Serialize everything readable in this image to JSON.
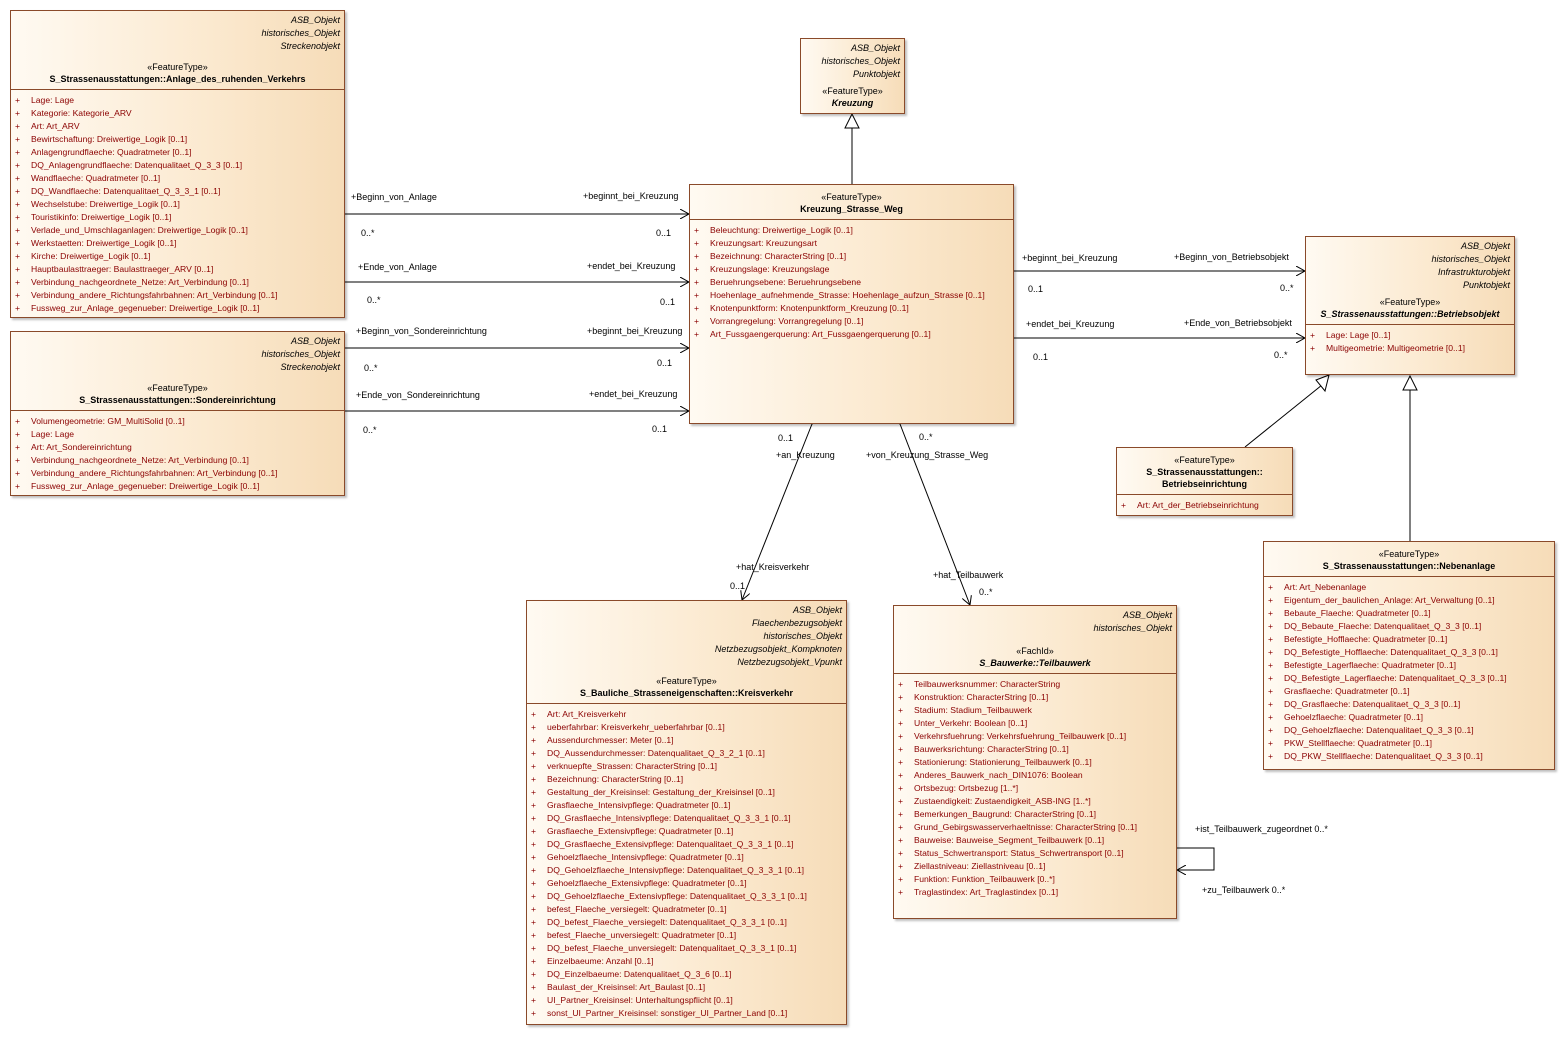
{
  "classes": {
    "anlage": {
      "stereotypes": [
        "ASB_Objekt",
        "historisches_Objekt",
        "Streckenobjekt"
      ],
      "kind": "«FeatureType»",
      "name": "S_Strassenausstattungen::Anlage_des_ruhenden_Verkehrs",
      "attributes": [
        "Lage: Lage",
        "Kategorie: Kategorie_ARV",
        "Art: Art_ARV",
        "Bewirtschaftung: Dreiwertige_Logik [0..1]",
        "Anlagengrundflaeche: Quadratmeter [0..1]",
        "DQ_Anlagengrundflaeche: Datenqualitaet_Q_3_3 [0..1]",
        "Wandflaeche: Quadratmeter [0..1]",
        "DQ_Wandflaeche: Datenqualitaet_Q_3_3_1 [0..1]",
        "Wechselstube: Dreiwertige_Logik [0..1]",
        "Touristikinfo: Dreiwertige_Logik [0..1]",
        "Verlade_und_Umschlaganlagen: Dreiwertige_Logik [0..1]",
        "Werkstaetten: Dreiwertige_Logik [0..1]",
        "Kirche: Dreiwertige_Logik [0..1]",
        "Hauptbaulasttraeger: Baulasttraeger_ARV [0..1]",
        "Verbindung_nachgeordnete_Netze: Art_Verbindung [0..1]",
        "Verbindung_andere_Richtungsfahrbahnen: Art_Verbindung [0..1]",
        "Fussweg_zur_Anlage_gegenueber: Dreiwertige_Logik [0..1]"
      ]
    },
    "sonder": {
      "stereotypes": [
        "ASB_Objekt",
        "historisches_Objekt",
        "Streckenobjekt"
      ],
      "kind": "«FeatureType»",
      "name": "S_Strassenausstattungen::Sondereinrichtung",
      "attributes": [
        "Volumengeometrie: GM_MultiSolid [0..1]",
        "Lage: Lage",
        "Art: Art_Sondereinrichtung",
        "Verbindung_nachgeordnete_Netze: Art_Verbindung [0..1]",
        "Verbindung_andere_Richtungsfahrbahnen: Art_Verbindung [0..1]",
        "Fussweg_zur_Anlage_gegenueber: Dreiwertige_Logik [0..1]"
      ]
    },
    "kreuzung": {
      "stereotypes": [
        "ASB_Objekt",
        "historisches_Objekt",
        "Punktobjekt"
      ],
      "kind": "«FeatureType»",
      "name": "Kreuzung",
      "attributes": []
    },
    "ksw": {
      "stereotypes": [],
      "kind": "«FeatureType»",
      "name": "Kreuzung_Strasse_Weg",
      "attributes": [
        "Beleuchtung: Dreiwertige_Logik [0..1]",
        "Kreuzungsart: Kreuzungsart",
        "Bezeichnung: CharacterString [0..1]",
        "Kreuzungslage: Kreuzungslage",
        "Beruehrungsebene: Beruehrungsebene",
        "Hoehenlage_aufnehmende_Strasse: Hoehenlage_aufzun_Strasse [0..1]",
        "Knotenpunktform: Knotenpunktform_Kreuzung [0..1]",
        "Vorrangregelung: Vorrangregelung [0..1]",
        "Art_Fussgaengerquerung: Art_Fussgaengerquerung [0..1]"
      ]
    },
    "betriebsobjekt": {
      "stereotypes": [
        "ASB_Objekt",
        "historisches_Objekt",
        "Infrastrukturobjekt",
        "Punktobjekt"
      ],
      "kind": "«FeatureType»",
      "name": "S_Strassenausstattungen::Betriebsobjekt",
      "attributes": [
        "Lage: Lage [0..1]",
        "Multigeometrie: Multigeometrie [0..1]"
      ]
    },
    "betriebseinrichtung": {
      "stereotypes": [],
      "kind": "«FeatureType»",
      "name_lines": [
        "S_Strassenausstattungen::",
        "Betriebseinrichtung"
      ],
      "attributes": [
        "Art: Art_der_Betriebseinrichtung"
      ]
    },
    "nebenanlage": {
      "stereotypes": [],
      "kind": "«FeatureType»",
      "name": "S_Strassenausstattungen::Nebenanlage",
      "attributes": [
        "Art: Art_Nebenanlage",
        "Eigentum_der_baulichen_Anlage: Art_Verwaltung [0..1]",
        "Bebaute_Flaeche: Quadratmeter [0..1]",
        "DQ_Bebaute_Flaeche: Datenqualitaet_Q_3_3 [0..1]",
        "Befestigte_Hofflaeche: Quadratmeter [0..1]",
        "DQ_Befestigte_Hofflaeche: Datenqualitaet_Q_3_3 [0..1]",
        "Befestigte_Lagerflaeche: Quadratmeter [0..1]",
        "DQ_Befestigte_Lagerflaeche: Datenqualitaet_Q_3_3 [0..1]",
        "Grasflaeche: Quadratmeter [0..1]",
        "DQ_Grasflaeche: Datenqualitaet_Q_3_3 [0..1]",
        "Gehoelzflaeche: Quadratmeter [0..1]",
        "DQ_Gehoelzflaeche: Datenqualitaet_Q_3_3 [0..1]",
        "PKW_Stellflaeche: Quadratmeter [0..1]",
        "DQ_PKW_Stellflaeche: Datenqualitaet_Q_3_3 [0..1]"
      ]
    },
    "kreisverkehr": {
      "stereotypes": [
        "ASB_Objekt",
        "Flaechenbezugsobjekt",
        "historisches_Objekt",
        "Netzbezugsobjekt_Kompknoten",
        "Netzbezugsobjekt_Vpunkt"
      ],
      "kind": "«FeatureType»",
      "name": "S_Bauliche_Strasseneigenschaften::Kreisverkehr",
      "attributes": [
        "Art: Art_Kreisverkehr",
        "ueberfahrbar: Kreisverkehr_ueberfahrbar [0..1]",
        "Aussendurchmesser: Meter [0..1]",
        "DQ_Aussendurchmesser: Datenqualitaet_Q_3_2_1 [0..1]",
        "verknuepfte_Strassen: CharacterString [0..1]",
        "Bezeichnung: CharacterString [0..1]",
        "Gestaltung_der_Kreisinsel: Gestaltung_der_Kreisinsel [0..1]",
        "Grasflaeche_Intensivpflege: Quadratmeter [0..1]",
        "DQ_Grasflaeche_Intensivpflege: Datenqualitaet_Q_3_3_1 [0..1]",
        "Grasflaeche_Extensivpflege: Quadratmeter [0..1]",
        "DQ_Grasflaeche_Extensivpflege: Datenqualitaet_Q_3_3_1 [0..1]",
        "Gehoelzflaeche_Intensivpflege: Quadratmeter [0..1]",
        "DQ_Gehoelzflaeche_Intensivpflege: Datenqualitaet_Q_3_3_1 [0..1]",
        "Gehoelzflaeche_Extensivpflege: Quadratmeter [0..1]",
        "DQ_Gehoelzflaeche_Extensivpflege: Datenqualitaet_Q_3_3_1 [0..1]",
        "befest_Flaeche_versiegelt: Quadratmeter [0..1]",
        "DQ_befest_Flaeche_versiegelt: Datenqualitaet_Q_3_3_1 [0..1]",
        "befest_Flaeche_unversiegelt: Quadratmeter [0..1]",
        "DQ_befest_Flaeche_unversiegelt: Datenqualitaet_Q_3_3_1 [0..1]",
        "Einzelbaeume: Anzahl [0..1]",
        "DQ_Einzelbaeume: Datenqualitaet_Q_3_6 [0..1]",
        "Baulast_der_Kreisinsel: Art_Baulast [0..1]",
        "UI_Partner_Kreisinsel: Unterhaltungspflicht [0..1]",
        "sonst_UI_Partner_Kreisinsel: sonstiger_UI_Partner_Land [0..1]"
      ]
    },
    "teilbauwerk": {
      "stereotypes": [
        "ASB_Objekt",
        "historisches_Objekt"
      ],
      "kind": "«FachId»",
      "name": "S_Bauwerke::Teilbauwerk",
      "attributes": [
        "Teilbauwerksnummer: CharacterString",
        "Konstruktion: CharacterString [0..1]",
        "Stadium: Stadium_Teilbauwerk",
        "Unter_Verkehr: Boolean [0..1]",
        "Verkehrsfuehrung: Verkehrsfuehrung_Teilbauwerk [0..1]",
        "Bauwerksrichtung: CharacterString [0..1]",
        "Stationierung: Stationierung_Teilbauwerk [0..1]",
        "Anderes_Bauwerk_nach_DIN1076: Boolean",
        "Ortsbezug: Ortsbezug [1..*]",
        "Zustaendigkeit: Zustaendigkeit_ASB-ING [1..*]",
        "Bemerkungen_Baugrund: CharacterString [0..1]",
        "Grund_Gebirgswasserverhaeltnisse: CharacterString [0..1]",
        "Bauweise: Bauweise_Segment_Teilbauwerk [0..1]",
        "Status_Schwertransport: Status_Schwertransport [0..1]",
        "Ziellastniveau: Ziellastniveau [0..1]",
        "Funktion: Funktion_Teilbauwerk [0..*]",
        "Traglastindex: Art_Traglastindex [0..1]"
      ]
    }
  },
  "labels": {
    "a1_left": "+Beginn_von_Anlage",
    "a1_left_mult": "0..*",
    "a1_right": "+beginnt_bei_Kreuzung",
    "a1_right_mult": "0..1",
    "a2_left": "+Ende_von_Anlage",
    "a2_left_mult": "0..*",
    "a2_right": "+endet_bei_Kreuzung",
    "a2_right_mult": "0..1",
    "a3_left": "+Beginn_von_Sondereinrichtung",
    "a3_left_mult": "0..*",
    "a3_right": "+beginnt_bei_Kreuzung",
    "a3_right_mult": "0..1",
    "a4_left": "+Ende_von_Sondereinrichtung",
    "a4_left_mult": "0..*",
    "a4_right": "+endet_bei_Kreuzung",
    "a4_right_mult": "0..1",
    "b1_left": "+beginnt_bei_Kreuzung",
    "b1_left_mult": "0..1",
    "b1_right": "+Beginn_von_Betriebsobjekt",
    "b1_right_mult": "0..*",
    "b2_left": "+endet_bei_Kreuzung",
    "b2_left_mult": "0..1",
    "b2_right": "+Ende_von_Betriebsobjekt",
    "b2_right_mult": "0..*",
    "k_top_mult": "0..1",
    "k_top_role": "+an_Kreuzung",
    "k_bot_role": "+hat_Kreisverkehr",
    "k_bot_mult": "0..1",
    "t_top_mult": "0..*",
    "t_top_role": "+von_Kreuzung_Strasse_Weg",
    "t_bot_role": "+hat_Teilbauwerk",
    "t_bot_mult": "0..*",
    "self_top": "+ist_Teilbauwerk_zugeordnet 0..*",
    "self_bot": "+zu_Teilbauwerk 0..*"
  }
}
